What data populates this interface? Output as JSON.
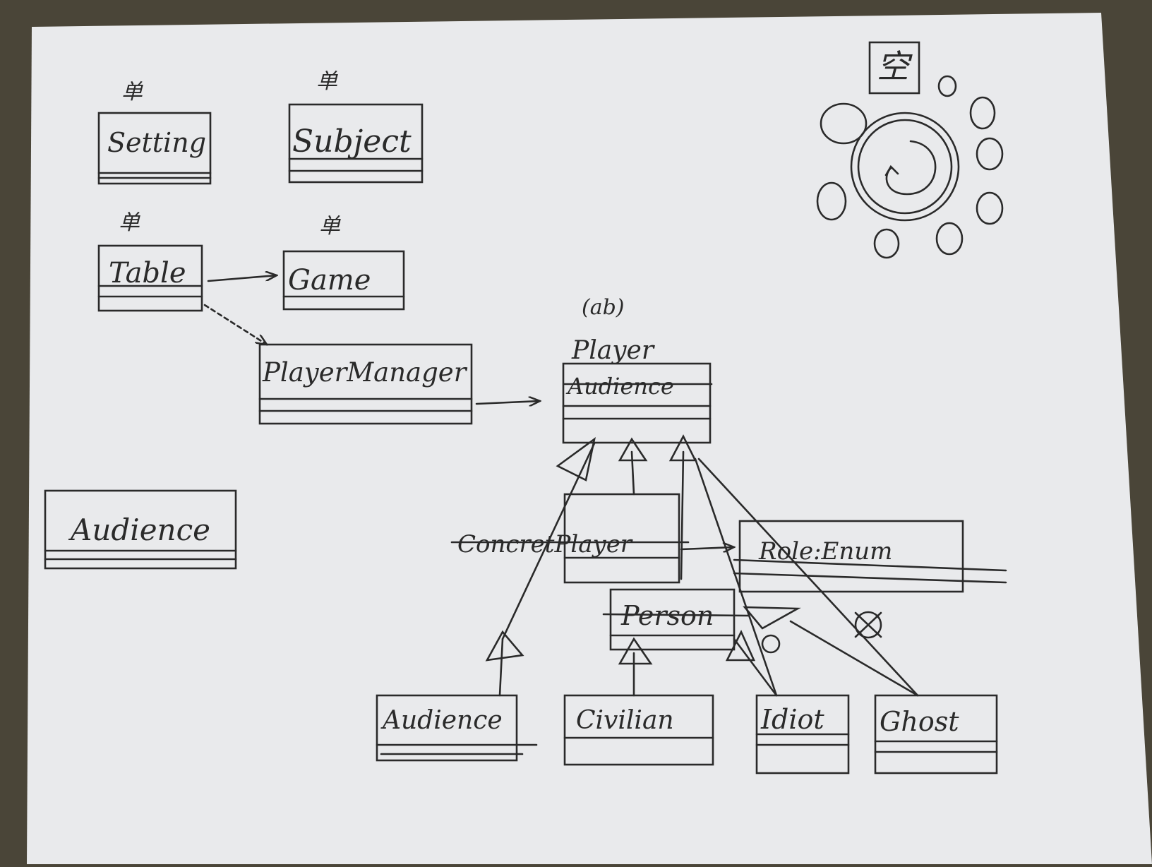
{
  "colors": {
    "paper": "#e9eaec",
    "ink": "#2a2a2a",
    "background": "#4a4538"
  },
  "top_classes": {
    "setting": "Setting",
    "subject": "Subject",
    "table": "Table",
    "game": "Game",
    "player_manager": "PlayerManager",
    "audience_standalone": "Audience"
  },
  "singleton_mark": "单",
  "player_class": {
    "stereotype": "(ab)",
    "name": "Player",
    "struck_name": "Audience"
  },
  "middle": {
    "concrete_player": "ConcretPlayer",
    "role_enum": "Role:Enum",
    "person": "Person"
  },
  "subclasses": {
    "audience": "Audience",
    "civilian": "Civilian",
    "idiot": "Idiot",
    "ghost": "Ghost"
  },
  "table_sketch": {
    "seat_sign": "空"
  }
}
